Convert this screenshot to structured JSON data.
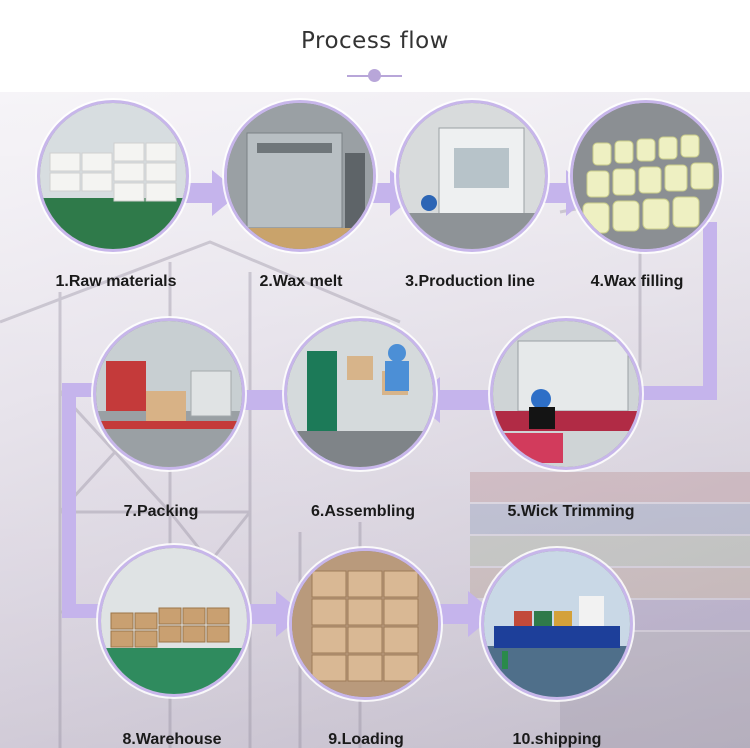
{
  "title": "Process flow",
  "steps": [
    {
      "label": "1.Raw materials",
      "photo": "raw-materials-photo"
    },
    {
      "label": "2.Wax melt",
      "photo": "wax-melt-photo"
    },
    {
      "label": "3.Production line",
      "photo": "production-line-photo"
    },
    {
      "label": "4.Wax filling",
      "photo": "wax-filling-photo"
    },
    {
      "label": "5.Wick Trimming",
      "photo": "wick-trimming-photo"
    },
    {
      "label": "6.Assembling",
      "photo": "assembling-photo"
    },
    {
      "label": "7.Packing",
      "photo": "packing-photo"
    },
    {
      "label": "8.Warehouse",
      "photo": "warehouse-photo"
    },
    {
      "label": "9.Loading",
      "photo": "loading-photo"
    },
    {
      "label": "10.shipping",
      "photo": "shipping-photo"
    }
  ],
  "colors": {
    "accent": "#b8a6d9",
    "arrow": "#c5b4ec",
    "text": "#1a1a1a"
  }
}
